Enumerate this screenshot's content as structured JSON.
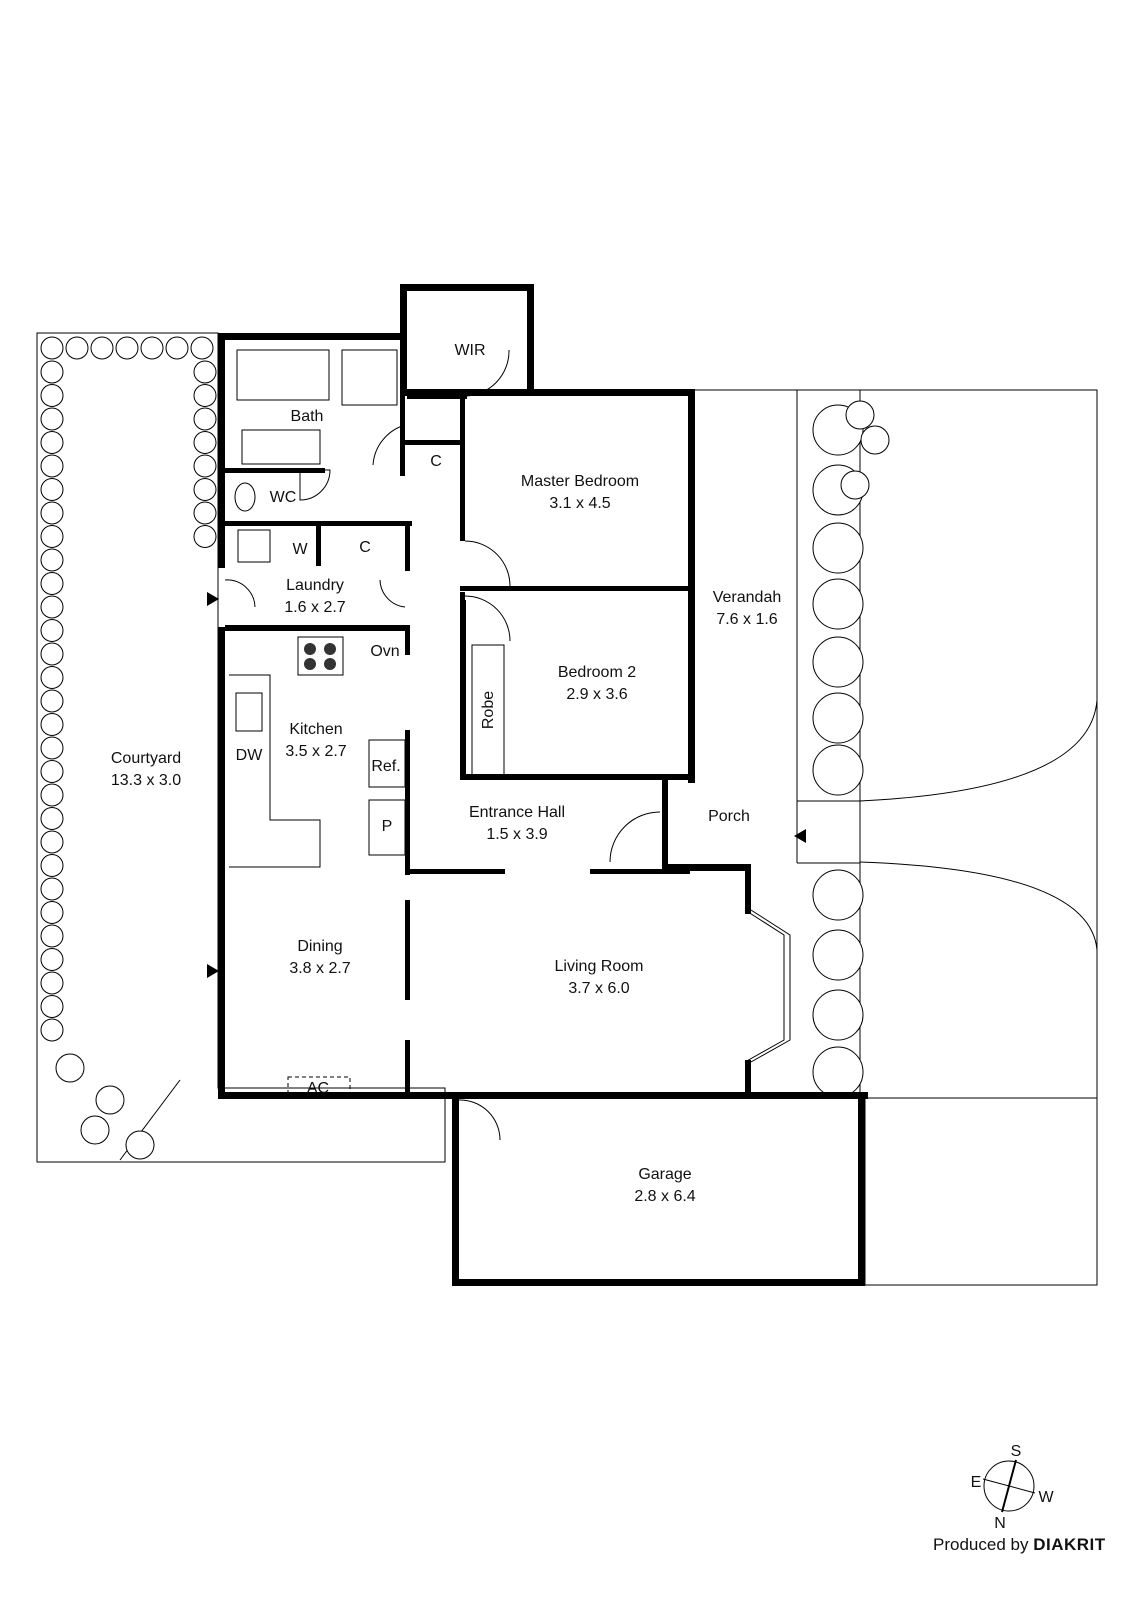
{
  "rooms": {
    "wir": "WIR",
    "bath": "Bath",
    "wc": "WC",
    "w": "W",
    "c1": "C",
    "c2": "C",
    "master_name": "Master Bedroom",
    "master_dim": "3.1 x 4.5",
    "laundry_name": "Laundry",
    "laundry_dim": "1.6 x 2.7",
    "ovn": "Ovn",
    "verandah_name": "Verandah",
    "verandah_dim": "7.6 x 1.6",
    "bed2_name": "Bedroom 2",
    "bed2_dim": "2.9 x 3.6",
    "robe": "Robe",
    "kitchen_name": "Kitchen",
    "kitchen_dim": "3.5 x 2.7",
    "dw": "DW",
    "ref": "Ref.",
    "p": "P",
    "courtyard_name": "Courtyard",
    "courtyard_dim": "13.3 x 3.0",
    "hall_name": "Entrance Hall",
    "hall_dim": "1.5 x 3.9",
    "porch": "Porch",
    "dining_name": "Dining",
    "dining_dim": "3.8 x 2.7",
    "living_name": "Living Room",
    "living_dim": "3.7 x 6.0",
    "ac": "AC",
    "garage_name": "Garage",
    "garage_dim": "2.8 x 6.4"
  },
  "compass": {
    "s": "S",
    "e": "E",
    "w": "W",
    "n": "N"
  },
  "credit": {
    "prefix": "Produced by",
    "brand": "DIAKRIT"
  },
  "colors": {
    "wall": "#000000",
    "paving": "#dddddd",
    "background": "#ffffff"
  }
}
